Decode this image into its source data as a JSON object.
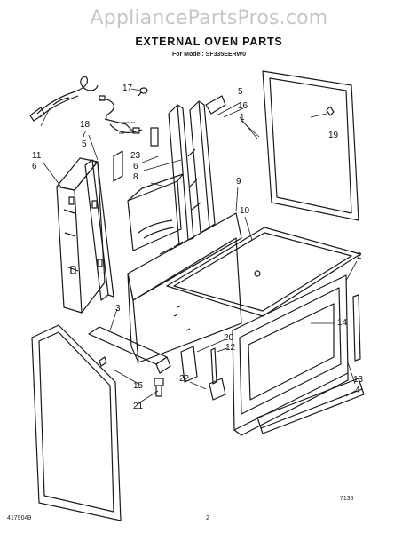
{
  "watermark": "AppliancePartsPros.com",
  "title": "EXTERNAL OVEN PARTS",
  "subtitle": "For Model: SF335EERW0",
  "callouts": {
    "c1": "1",
    "c2": "2",
    "c3": "3",
    "c4": "4",
    "c5a": "5",
    "c5b": "5",
    "c6a": "6",
    "c6b": "6",
    "c7": "7",
    "c8": "8",
    "c9": "9",
    "c10": "10",
    "c11": "11",
    "c12": "12",
    "c13": "13",
    "c14": "14",
    "c15": "15",
    "c16": "16",
    "c17": "17",
    "c18": "18",
    "c19": "19",
    "c20": "20",
    "c21": "21",
    "c22": "22",
    "c23": "23"
  },
  "footer": {
    "ref_code": "7135",
    "doc_number": "4179049",
    "page_number": "2"
  }
}
